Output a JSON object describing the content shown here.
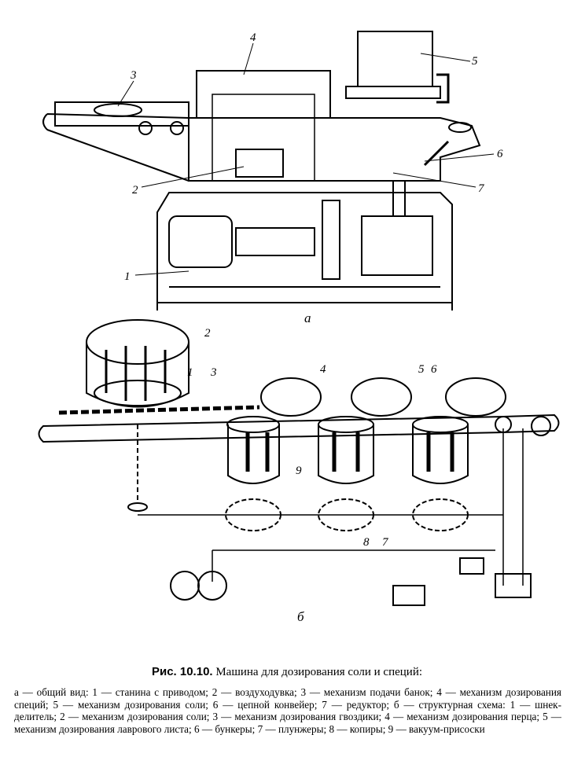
{
  "figure": {
    "sub_a_label": "а",
    "sub_b_label": "б",
    "callouts_a": [
      "1",
      "2",
      "3",
      "4",
      "5",
      "6",
      "7"
    ],
    "callouts_b": [
      "1",
      "2",
      "3",
      "4",
      "5",
      "6",
      "7",
      "8",
      "9"
    ]
  },
  "caption": {
    "number": "Рис. 10.10.",
    "title": "Машина для дозирования соли и специй:"
  },
  "legend_text": "а — общий вид: 1 — станина с приводом; 2 — воздуходувка; 3 — механизм подачи банок; 4 — механизм дозирования специй; 5 — механизм дозирования соли; 6 — цепной конвейер; 7 — редуктор; б — структурная схема: 1 — шнек-делитель; 2 — механизм дозирования соли; 3 — механизм дозирования гвоздики; 4 — механизм дозирования перца; 5 — механизм дозирования лаврового листа; 6 — бункеры; 7 — плунжеры; 8 — копиры; 9 — вакуум-присоски"
}
